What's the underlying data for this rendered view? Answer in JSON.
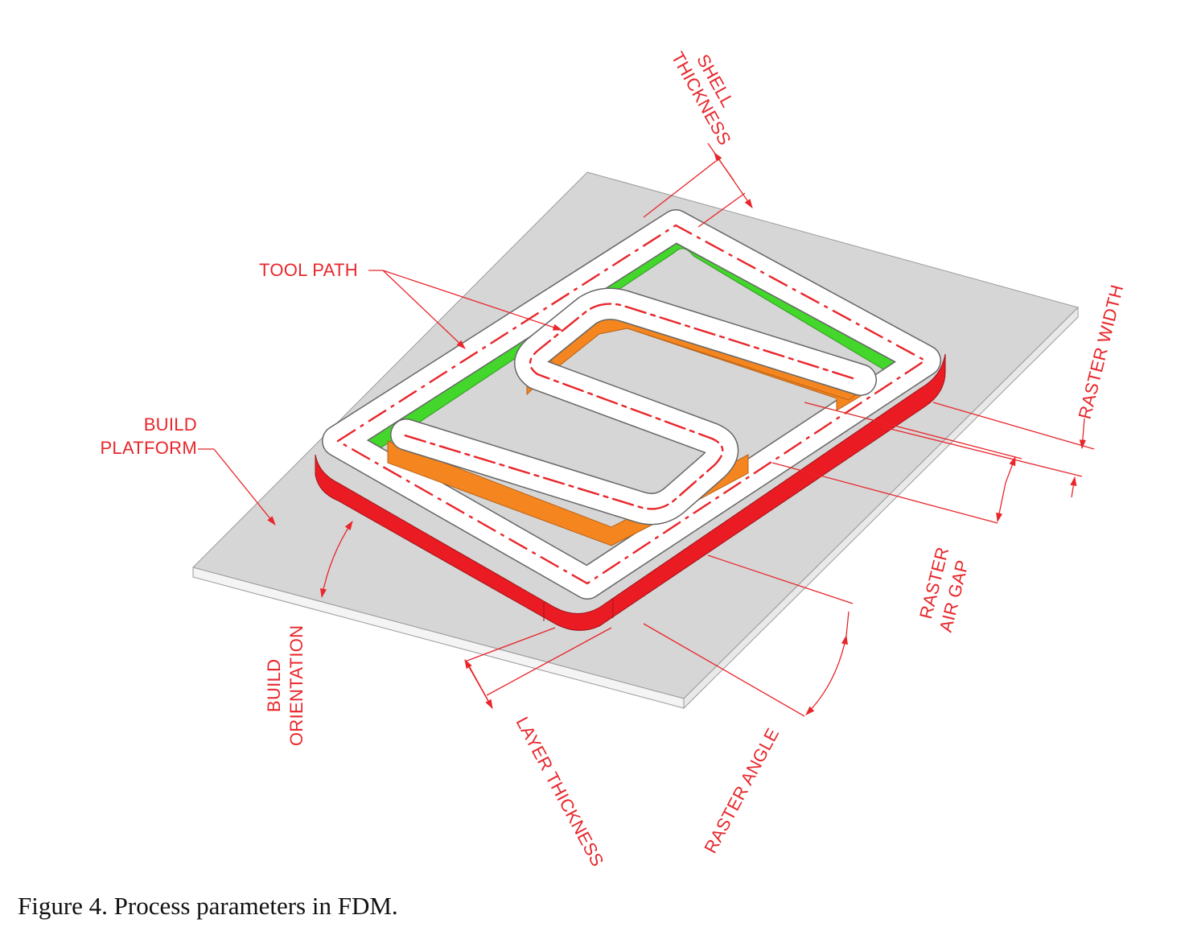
{
  "labels": {
    "shell_thickness": [
      "SHELL",
      "THICKNESS"
    ],
    "tool_path": "TOOL PATH",
    "build_platform": [
      "BUILD",
      "PLATFORM"
    ],
    "raster_width": "RASTER WIDTH",
    "raster_air_gap": [
      "RASTER",
      "AIR GAP"
    ],
    "build_orientation": [
      "BUILD",
      "ORIENTATION"
    ],
    "layer_thickness": "LAYER THICKNESS",
    "raster_angle": "RASTER ANGLE"
  },
  "caption": "Figure 4. Process parameters in FDM.",
  "colors": {
    "annotation": "#e8262b",
    "platform_top": "#d6d6d6",
    "platform_edge": "#f2f2f2",
    "contour_wall": "#ea1b22",
    "contour_inner_wall": "#43d62b",
    "raster_wall": "#f5861f",
    "bead_top": "#ffffff"
  }
}
